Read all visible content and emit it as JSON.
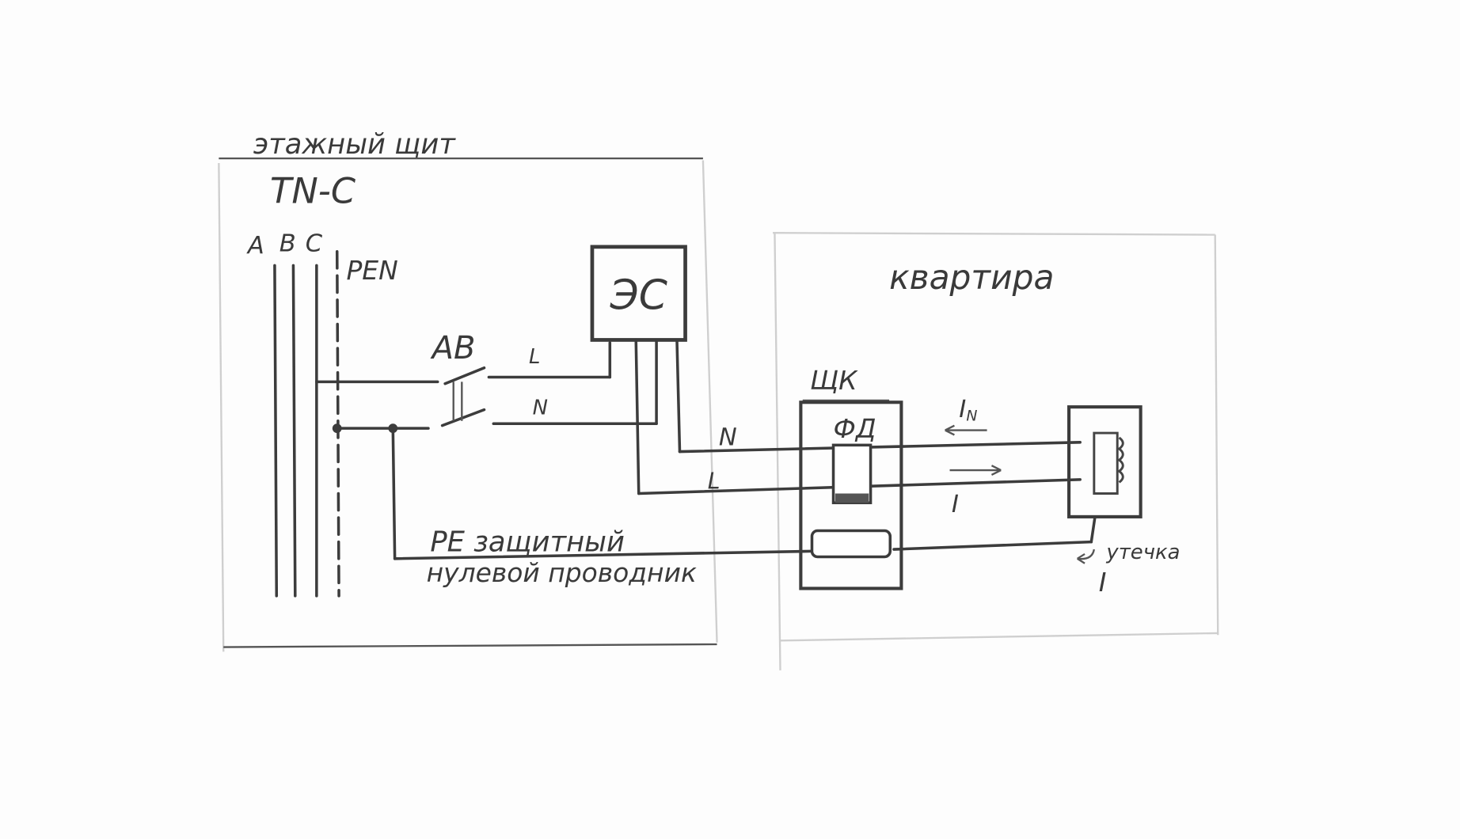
{
  "panel": {
    "title": "этажный щит",
    "system": "TN-C",
    "phases": [
      "A",
      "B",
      "C"
    ],
    "pen": "PEN"
  },
  "meter": {
    "label": "ЭС"
  },
  "breaker": {
    "label": "АВ",
    "line_l": "L",
    "line_n": "N"
  },
  "apartment": {
    "title": "квартира",
    "board_label": "ЩК",
    "rcd_label": "ФД"
  },
  "wires": {
    "n_label": "N",
    "l_label": "L",
    "pe_label_1": "PE защитный",
    "pe_label_2": "нулевой проводник"
  },
  "currents": {
    "in_main": "I",
    "in_sub": "N",
    "i": "I",
    "leak_main": "I",
    "leak_sub": "утечка"
  }
}
